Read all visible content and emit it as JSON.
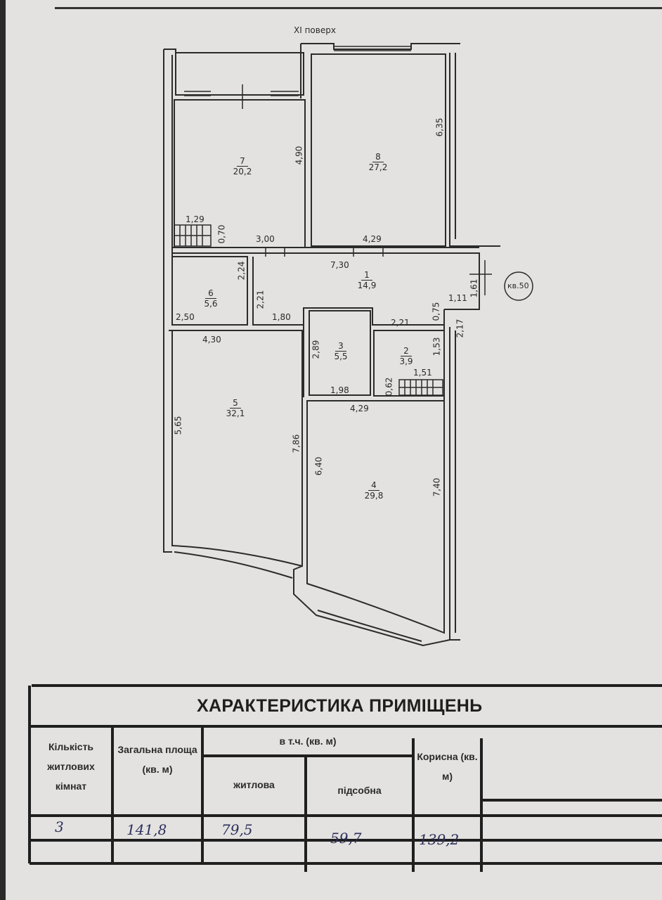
{
  "floor_label": "XI поверх",
  "apartment_tag": "кв.50",
  "rooms": [
    {
      "number": "7",
      "area": "20,2"
    },
    {
      "number": "8",
      "area": "27,2"
    },
    {
      "number": "1",
      "area": "14,9"
    },
    {
      "number": "6",
      "area": "5,6"
    },
    {
      "number": "3",
      "area": "5,5"
    },
    {
      "number": "2",
      "area": "3,9"
    },
    {
      "number": "5",
      "area": "32,1"
    },
    {
      "number": "4",
      "area": "29,8"
    }
  ],
  "dimensions": [
    "4,90",
    "6,35",
    "1,29",
    "0,70",
    "3,00",
    "4,29",
    "7,30",
    "2,24",
    "2,21",
    "1,61",
    "1,11",
    "2,50",
    "1,80",
    "0,75",
    "2,21",
    "2,17",
    "4,30",
    "2,89",
    "1,53",
    "0,62",
    "1,51",
    "1,98",
    "4,29",
    "5,65",
    "7,86",
    "6,40",
    "7,40"
  ],
  "table": {
    "title": "ХАРАКТЕРИСТИКА ПРИМІЩЕНЬ",
    "headers": {
      "rooms_count": "Кількість житлових кімнат",
      "total_area": "Загальна площа (кв. м)",
      "including": "в т.ч. (кв. м)",
      "living": "житлова",
      "auxiliary": "підсобна",
      "useful": "Корисна (кв. м)"
    },
    "values": {
      "rooms_count": "3",
      "total_area": "141,8",
      "living": "79,5",
      "auxiliary": "59,7",
      "useful": "139,2"
    }
  }
}
